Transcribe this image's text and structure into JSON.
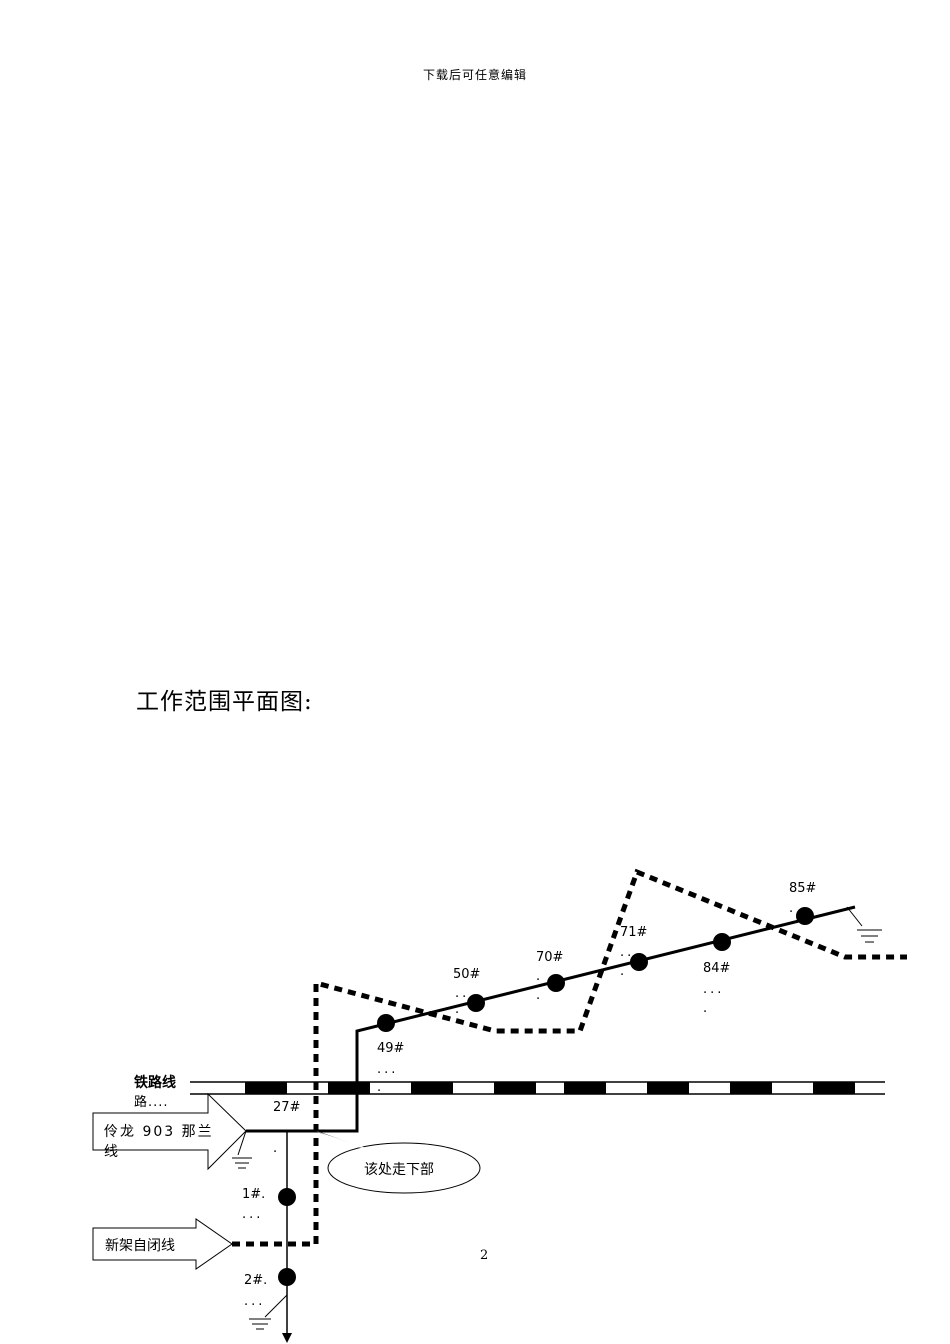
{
  "header_note": "下载后可任意编辑",
  "section_title": "工作范围平面图:",
  "page_number": "2",
  "diagram": {
    "railway_label": "铁路线",
    "railway_label_sub": "路....",
    "arrow_existing_line_1": "伶龙 903 那兰",
    "arrow_existing_line_2": "线",
    "arrow_new_line": "新架自闭线",
    "callout": "该处走下部",
    "towers": [
      {
        "id": "t27",
        "label": "27#"
      },
      {
        "id": "t49",
        "label": "49#",
        "dots": "...",
        "dots2": "."
      },
      {
        "id": "t50",
        "label": "50#",
        "dots": "..",
        "dots2": "."
      },
      {
        "id": "t70",
        "label": "70#",
        "dots": ".",
        "dots2": "."
      },
      {
        "id": "t71",
        "label": "71#",
        "dots": "..",
        "dots2": "."
      },
      {
        "id": "t84",
        "label": "84#",
        "dots": "...",
        "dots2": "."
      },
      {
        "id": "t85",
        "label": "85#",
        "dots": "."
      },
      {
        "id": "t1",
        "label": "1#.",
        "dots": "..."
      },
      {
        "id": "t2",
        "label": "2#.",
        "dots": "..."
      }
    ],
    "t27_dot": "."
  }
}
